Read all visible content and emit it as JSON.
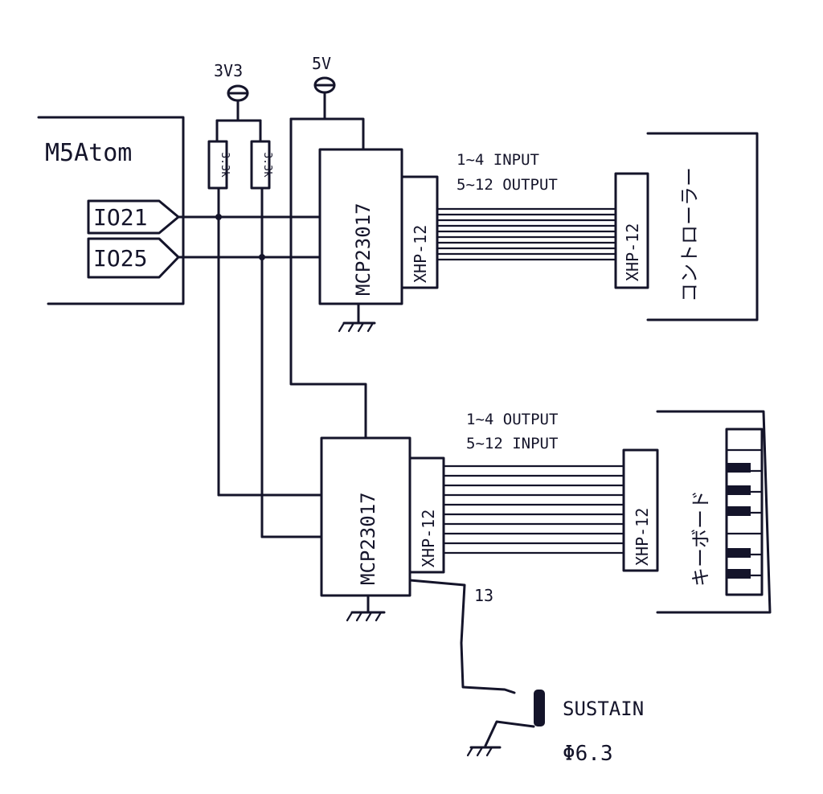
{
  "power": {
    "v33": "3V3",
    "v5": "5V"
  },
  "m5": {
    "title": "M5Atom",
    "pins": [
      "IO21",
      "IO25"
    ]
  },
  "resistors": [
    "3.3k",
    "3.3k"
  ],
  "expander_top": {
    "chip": "MCP23017",
    "connector": "XHP-12",
    "note1": "1~4 INPUT",
    "note2": "5~12 OUTPUT"
  },
  "controller": {
    "connector": "XHP-12",
    "label": "コントローラー"
  },
  "expander_bottom": {
    "chip": "MCP23017",
    "connector": "XHP-12",
    "note1": "1~4 OUTPUT",
    "note2": "5~12 INPUT",
    "pin": "13"
  },
  "keyboard": {
    "connector": "XHP-12",
    "label": "キーボード"
  },
  "sustain": {
    "label": "SUSTAIN",
    "size": "Φ6.3"
  }
}
